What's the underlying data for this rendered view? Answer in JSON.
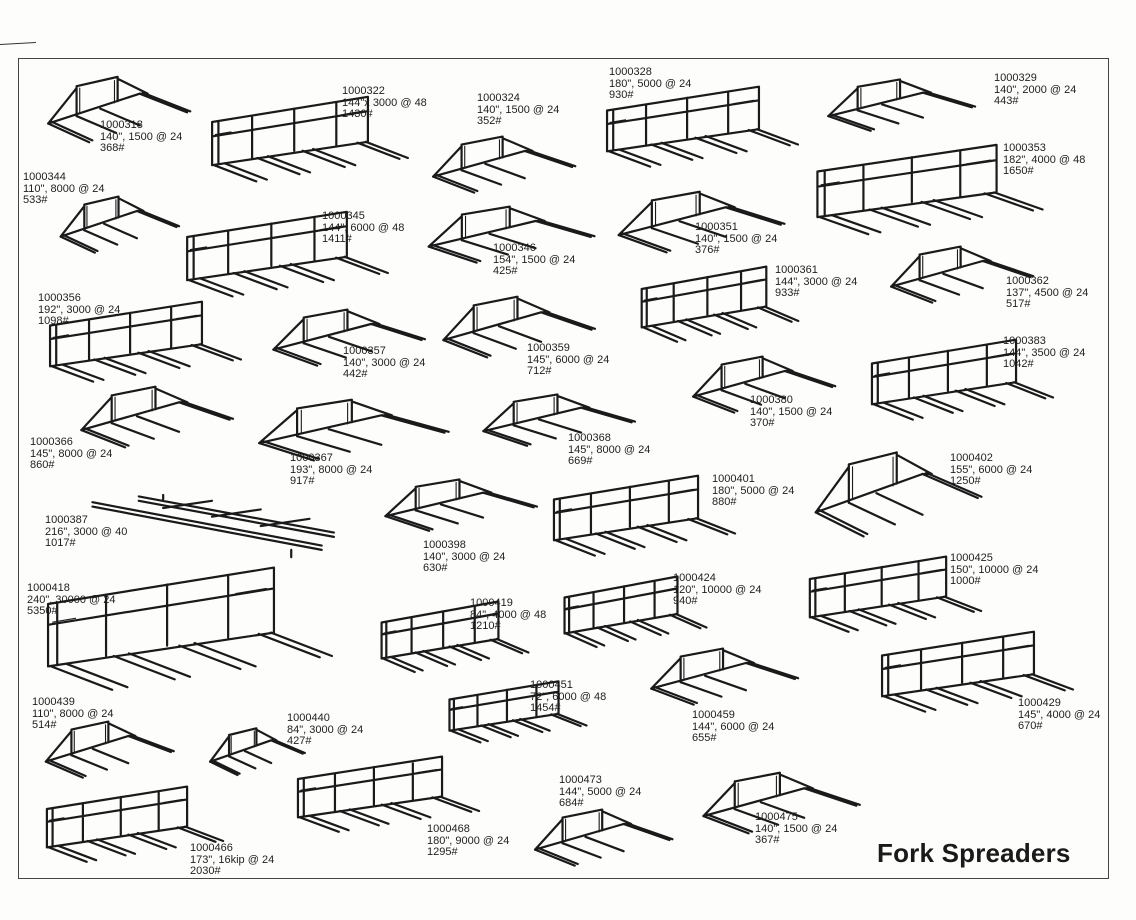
{
  "page_title": "Fork Spreaders",
  "items": [
    {
      "part": "1000318",
      "spec": "140\", 1500 @ 24",
      "weight": "368#",
      "style": "truss"
    },
    {
      "part": "1000322",
      "spec": "144\"x 3000 @ 48",
      "weight": "1430#",
      "style": "frame"
    },
    {
      "part": "1000324",
      "spec": "140\", 1500 @ 24",
      "weight": "352#",
      "style": "truss"
    },
    {
      "part": "1000328",
      "spec": "180\", 5000 @ 24",
      "weight": "930#",
      "style": "frame"
    },
    {
      "part": "1000329",
      "spec": "140\", 2000 @ 24",
      "weight": "443#",
      "style": "truss"
    },
    {
      "part": "1000344",
      "spec": "110\", 8000 @ 24",
      "weight": "533#",
      "style": "truss"
    },
    {
      "part": "1000345",
      "spec": "144\", 6000 @ 48",
      "weight": "1411#",
      "style": "frame"
    },
    {
      "part": "1000346",
      "spec": "154\", 1500 @ 24",
      "weight": "425#",
      "style": "truss"
    },
    {
      "part": "1000351",
      "spec": "140\", 1500 @ 24",
      "weight": "376#",
      "style": "truss"
    },
    {
      "part": "1000353",
      "spec": "182\", 4000 @ 48",
      "weight": "1650#",
      "style": "frame"
    },
    {
      "part": "1000356",
      "spec": "192\", 3000 @ 24",
      "weight": "1098#",
      "style": "frame"
    },
    {
      "part": "1000357",
      "spec": "140\", 3000 @ 24",
      "weight": "442#",
      "style": "truss"
    },
    {
      "part": "1000359",
      "spec": "145\", 6000 @ 24",
      "weight": "712#",
      "style": "truss"
    },
    {
      "part": "1000361",
      "spec": "144\", 3000 @ 24",
      "weight": "933#",
      "style": "frame"
    },
    {
      "part": "1000362",
      "spec": "137\", 4500 @ 24",
      "weight": "517#",
      "style": "truss"
    },
    {
      "part": "1000366",
      "spec": "145\", 8000 @ 24",
      "weight": "860#",
      "style": "truss"
    },
    {
      "part": "1000367",
      "spec": "193\", 8000 @ 24",
      "weight": "917#",
      "style": "truss"
    },
    {
      "part": "1000368",
      "spec": "145\", 8000 @ 24",
      "weight": "669#",
      "style": "truss"
    },
    {
      "part": "1000380",
      "spec": "140\", 1500 @ 24",
      "weight": "370#",
      "style": "truss"
    },
    {
      "part": "1000383",
      "spec": "144\", 3500 @ 24",
      "weight": "1042#",
      "style": "frame"
    },
    {
      "part": "1000387",
      "spec": "216\", 3000 @ 40",
      "weight": "1017#",
      "style": "flat"
    },
    {
      "part": "1000398",
      "spec": "140\", 3000 @ 24",
      "weight": "630#",
      "style": "truss"
    },
    {
      "part": "1000401",
      "spec": "180\", 5000 @ 24",
      "weight": "880#",
      "style": "frame"
    },
    {
      "part": "1000402",
      "spec": "155\", 6000 @ 24",
      "weight": "1250#",
      "style": "truss"
    },
    {
      "part": "1000418",
      "spec": "240\", 30000 @ 24",
      "weight": "5350#",
      "style": "frame"
    },
    {
      "part": "1000419",
      "spec": "84\", 4000 @ 48",
      "weight": "1210#",
      "style": "frame"
    },
    {
      "part": "1000424",
      "spec": "120\", 10000 @ 24",
      "weight": "940#",
      "style": "frame"
    },
    {
      "part": "1000425",
      "spec": "150\", 10000 @ 24",
      "weight": "1000#",
      "style": "frame"
    },
    {
      "part": "1000429",
      "spec": "145\", 4000 @ 24",
      "weight": "670#",
      "style": "frame"
    },
    {
      "part": "1000439",
      "spec": "110\", 8000 @ 24",
      "weight": "514#",
      "style": "truss"
    },
    {
      "part": "1000440",
      "spec": "84\", 3000 @ 24",
      "weight": "427#",
      "style": "truss"
    },
    {
      "part": "1000451",
      "spec": "72\", 6000 @ 48",
      "weight": "1454#",
      "style": "frame"
    },
    {
      "part": "1000459",
      "spec": "144\", 6000 @ 24",
      "weight": "655#",
      "style": "truss"
    },
    {
      "part": "1000466",
      "spec": "173\", 16kip @ 24",
      "weight": "2030#",
      "style": "frame"
    },
    {
      "part": "1000468",
      "spec": "180\", 9000 @ 24",
      "weight": "1295#",
      "style": "frame"
    },
    {
      "part": "1000473",
      "spec": "144\", 5000 @ 24",
      "weight": "684#",
      "style": "truss"
    },
    {
      "part": "1000475",
      "spec": "140\", 1500 @ 24",
      "weight": "367#",
      "style": "truss"
    }
  ]
}
